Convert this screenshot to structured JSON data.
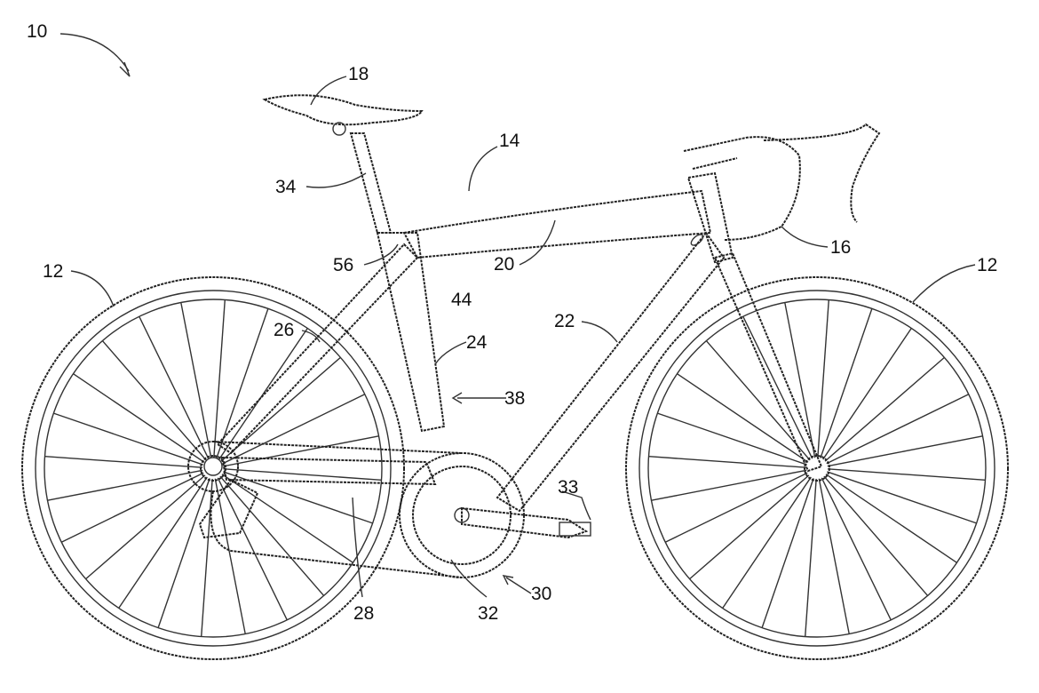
{
  "figure": {
    "reference_numerals": {
      "bicycle": "10",
      "saddle": "18",
      "frame": "14",
      "seatpost": "34",
      "top_tube": "20",
      "handlebar": "16",
      "rear_wheel": "12",
      "front_wheel": "12",
      "junction": "56",
      "frame_space": "44",
      "seat_stay": "26",
      "down_tube": "22",
      "seat_tube": "24",
      "region": "38",
      "pedal_crank": "33",
      "chain_stay": "28",
      "crank_axle": "32",
      "drivetrain": "30"
    }
  }
}
